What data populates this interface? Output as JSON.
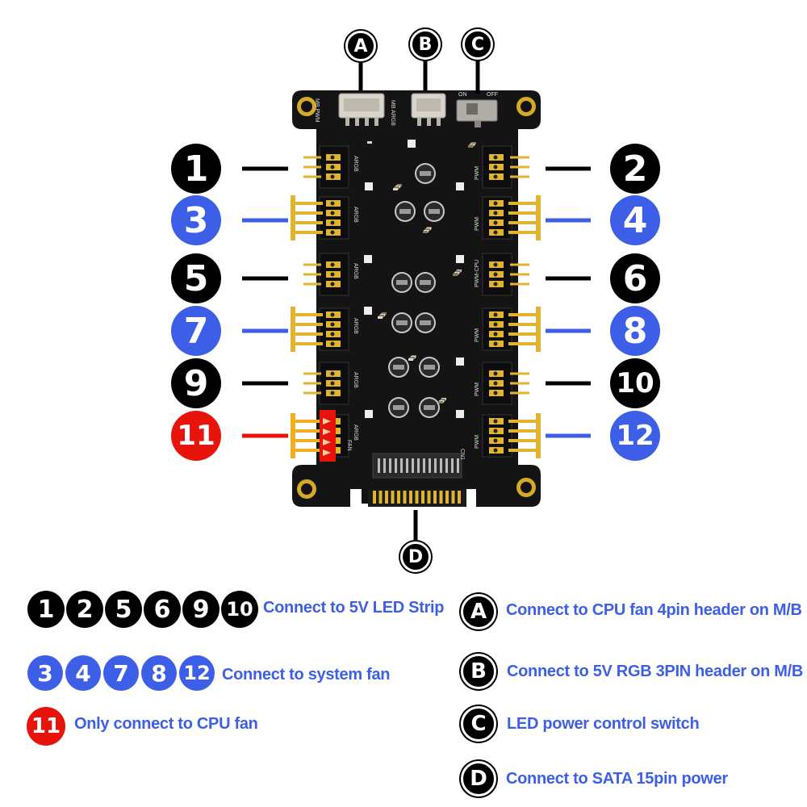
{
  "callouts": {
    "letters": [
      "A",
      "B",
      "C",
      "D"
    ],
    "numbers": [
      "1",
      "2",
      "3",
      "4",
      "5",
      "6",
      "7",
      "8",
      "9",
      "10",
      "11",
      "12"
    ]
  },
  "board": {
    "header_a_label": "MB PWM",
    "header_b_label": "MB ARGB",
    "switch_on": "ON",
    "switch_off": "OFF",
    "fan_label": "FAN",
    "cpu_label": "PWM CPU",
    "sata_label": "CN1",
    "port_labels": [
      "ARGB",
      "PWM",
      "ARGB",
      "PWM",
      "ARGB",
      "PWM-CPU",
      "ARGB",
      "PWM",
      "ARGB",
      "PWM",
      "ARGB",
      "PWM"
    ]
  },
  "legend": {
    "argb_numbers": [
      "1",
      "2",
      "5",
      "6",
      "9",
      "10"
    ],
    "argb_text": "Connect  to 5V LED Strip",
    "fan_numbers": [
      "3",
      "4",
      "7",
      "8",
      "12"
    ],
    "fan_text": "Connect  to system fan",
    "cpu_number": "11",
    "cpu_text": "Only connect to CPU fan",
    "a_letter": "A",
    "a_text": "Connect  to CPU  fan 4pin header on M/B",
    "b_letter": "B",
    "b_text": "Connect to 5V RGB 3PIN header on M/B",
    "c_letter": "C",
    "c_text": "LED power control switch",
    "d_letter": "D",
    "d_text": "Connect  to SATA 15pin power"
  },
  "colors": {
    "black": "#000000",
    "blue": "#3d5ee6",
    "red": "#e8140c",
    "board": "#141414",
    "pad": "#e0b431"
  }
}
